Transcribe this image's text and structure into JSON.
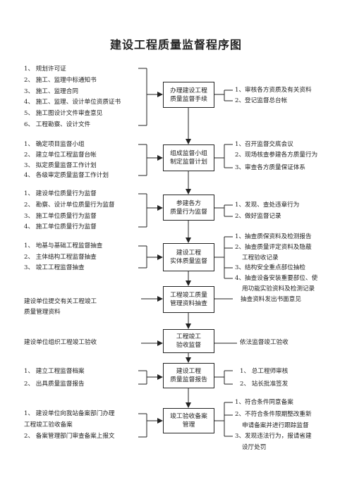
{
  "title": "建设工程质量监督程序图",
  "rows": [
    {
      "left": [
        "1、 规划许可证",
        "2、 施工、监理中标通知书",
        "3、 施工、监理合同",
        "4、 施工、监理、设计单位资质证书",
        "5、 施工图设计文件审查意见",
        "6、 工程勘察、设计文件"
      ],
      "box": [
        "办理建设工程",
        "质量监督手续"
      ],
      "right": [
        "1、审核各方资质及有关资料",
        "2、登记监督总台帐"
      ]
    },
    {
      "left": [
        "1、 确定项目监督小组",
        "2、 建立单位工程监督台帐",
        "3、 拟定质量监督工作计划",
        "4、 各级审定质量监督工作计划"
      ],
      "box": [
        "组成监督小组",
        "制定监督计划"
      ],
      "right": [
        "1、召开监督交底会议",
        "2、现场核查参建各方质量行为",
        "3、审查各方质量保证体系"
      ]
    },
    {
      "left": [
        "1、 建设单位质量行为监督",
        "2、 勘察、设计单位质量行为监督",
        "3、 施工单位质量行为监督",
        "4、 施工单位质量行为监督"
      ],
      "box": [
        "参建各方",
        "质量行为监督"
      ],
      "right": [
        "1、发现、查处违章行为",
        "2、做好监督记录"
      ]
    },
    {
      "left": [
        "1、 地基与基础工程监督抽查",
        "2、 主体结构工程监督抽查",
        "3、 竣工工程监督抽查"
      ],
      "box": [
        "建设工程",
        "实体质量监督"
      ],
      "right": [
        "1、抽查质保资料及检测报告",
        "2、抽查质量评定资料及隐蔽",
        "工程验收记录",
        "3、结构安全重点部位抽检",
        "4、抽查设备安装重要部位、使",
        "用功能实验资料及检测记录"
      ]
    },
    {
      "left": [
        "建设单位提交有关工程竣工",
        "质量管理资料"
      ],
      "box": [
        "工程竣工质量",
        "管理资料抽查"
      ],
      "right": [
        "抽查资料发出书面意见"
      ]
    },
    {
      "left": [
        "建设单位组织工程竣工验收"
      ],
      "box": [
        "工程竣工",
        "验收监督"
      ],
      "right": [
        "依法监督竣工验收"
      ]
    },
    {
      "left": [
        "1、 建立工程监督档案",
        "2、 出具质量监督报告"
      ],
      "box": [
        "建设工程",
        "质量监督报告"
      ],
      "right": [
        "1、 总工程师审核",
        "2、 站长批准签发"
      ]
    },
    {
      "left": [
        "1、 建设单位向我站备案部门办理",
        "工程竣工验收备案",
        "2、 备案管理部门审查备案上报文"
      ],
      "box": [
        "竣工验收备案",
        "管理"
      ],
      "right": [
        "1、符合条件同意备案",
        "2、不符合条件限期整改重新",
        "申请备案并进行跟踪监督",
        "3、发现违法行为，报请省建",
        "设厅处罚"
      ]
    }
  ]
}
